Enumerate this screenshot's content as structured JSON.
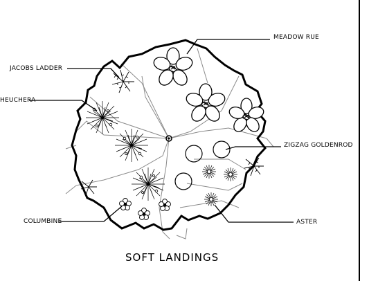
{
  "title": "SOFT LANDINGS",
  "labels": {
    "meadow_rue": "MEADOW RUE",
    "jacobs_ladder": "JACOBS LADDER",
    "heuchera": "HEUCHERA",
    "zigzag_goldenrod": "ZIGZAG GOLDENROD",
    "columbine": "COLUMBINE",
    "aster": "ASTER"
  },
  "colors": {
    "ink": "#000000",
    "linework": "#7a7a7a",
    "background": "#ffffff"
  },
  "icons": {
    "meadow_rue": "flower-icon",
    "jacobs_ladder": "fern-icon",
    "heuchera": "starburst-icon",
    "zigzag_goldenrod": "circle-icon",
    "columbine": "small-flower-icon",
    "aster": "daisy-icon"
  }
}
